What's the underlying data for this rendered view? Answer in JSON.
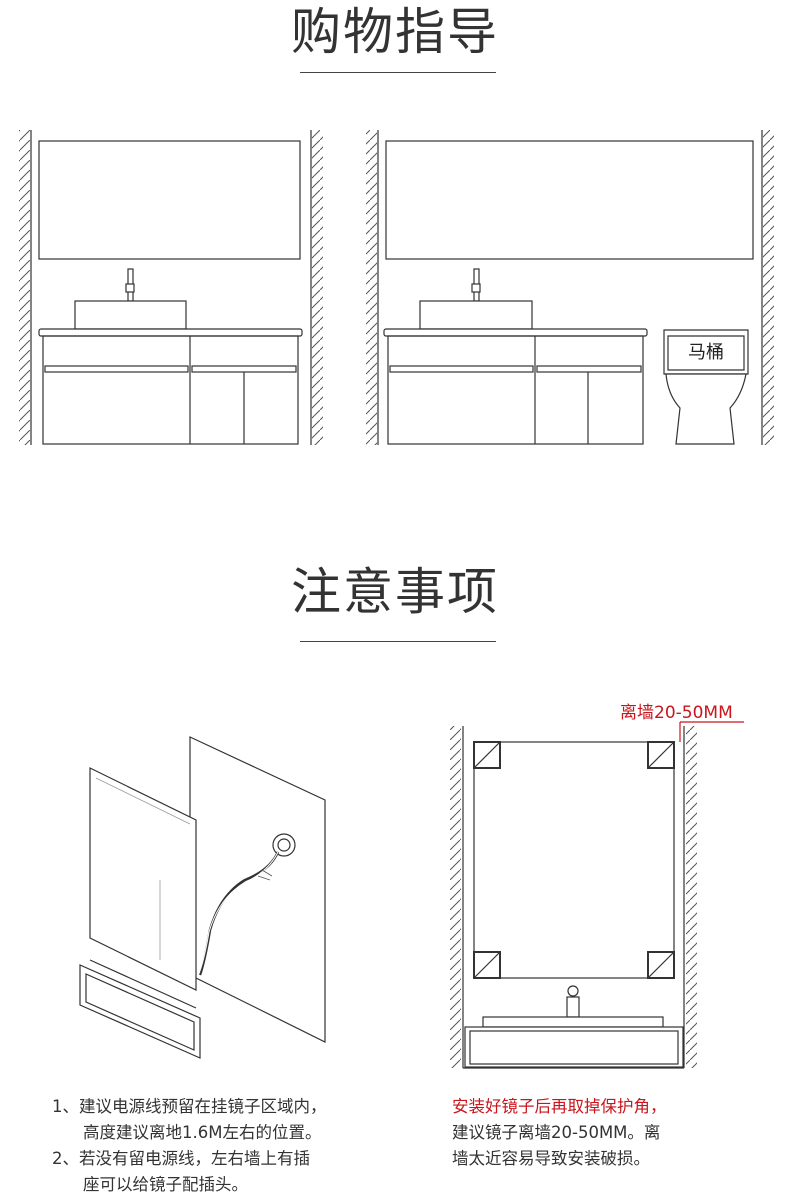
{
  "guide": {
    "title": "购物指导",
    "toilet_label": "马桶"
  },
  "notes": {
    "title": "注意事项",
    "distance_label": "离墙20-50MM",
    "left_items": [
      {
        "num": "1、",
        "lines": [
          "建议电源线预留在挂镜子区域内，",
          "高度建议离地1.6M左右的位置。"
        ]
      },
      {
        "num": "2、",
        "lines": [
          "若没有留电源线，左右墙上有插",
          "座可以给镜子配插头。"
        ]
      }
    ],
    "right_text": {
      "highlight": "安装好镜子后再取掉保护角，",
      "line2": "建议镜子离墙20-50MM。离",
      "line3": "墙太近容易导致安装破损。"
    }
  },
  "colors": {
    "accent": "#c8161d",
    "line": "#333333"
  }
}
